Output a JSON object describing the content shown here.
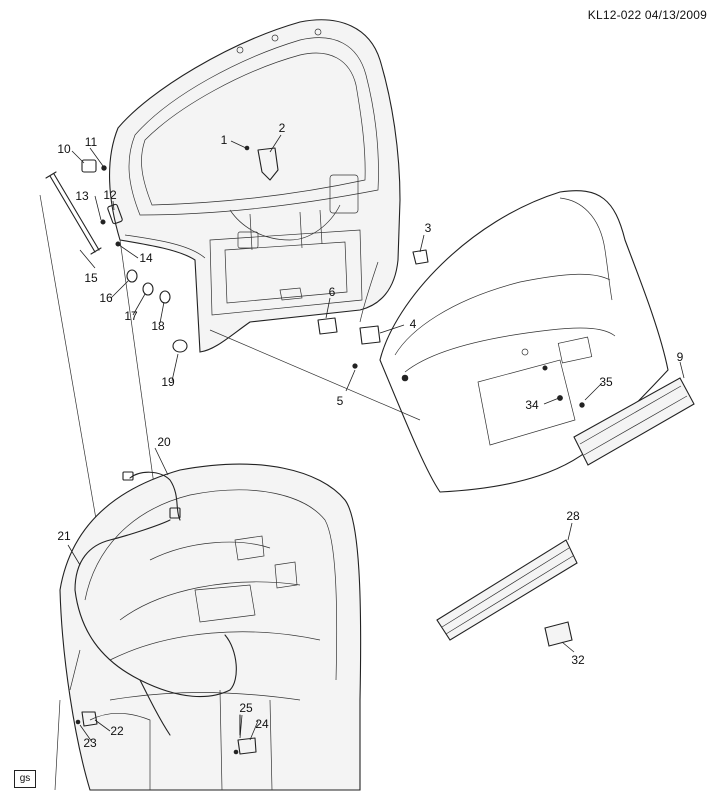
{
  "header": {
    "id_date": "KL12-022  04/13/2009"
  },
  "footer": {
    "gs_label": "gs"
  },
  "callouts": {
    "c1": "1",
    "c2": "2",
    "c3": "3",
    "c4": "4",
    "c5": "5",
    "c6": "6",
    "c9": "9",
    "c10": "10",
    "c11": "11",
    "c12": "12",
    "c13": "13",
    "c14": "14",
    "c15": "15",
    "c16": "16",
    "c17": "17",
    "c18": "18",
    "c19": "19",
    "c20": "20",
    "c21": "21",
    "c22": "22",
    "c23": "23",
    "c24": "24",
    "c25": "25",
    "c28": "28",
    "c32": "32",
    "c34": "34",
    "c35": "35"
  }
}
